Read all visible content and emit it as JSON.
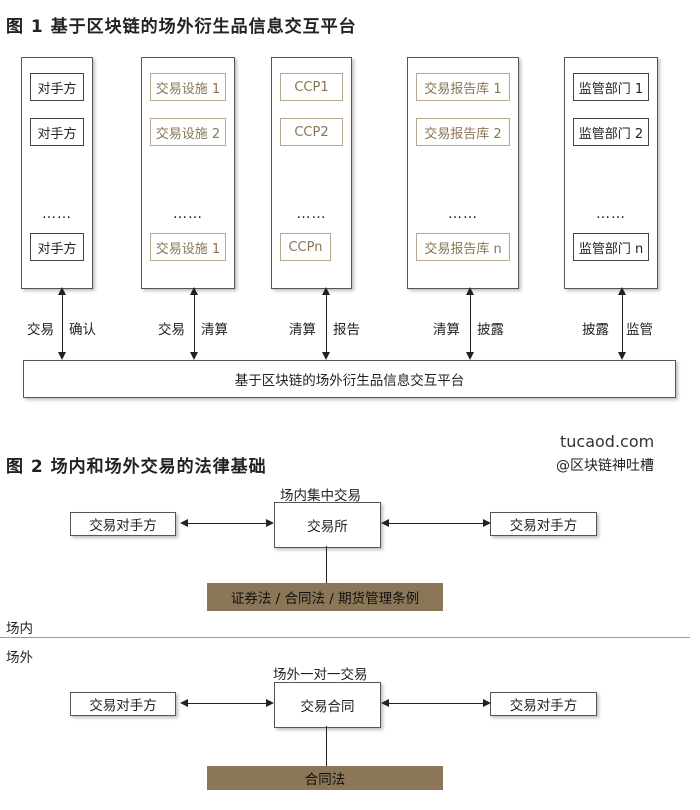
{
  "fig1": {
    "title": "图 1  基于区块链的场外衍生品信息交互平台",
    "columns": [
      {
        "items": [
          "对手方",
          "对手方",
          "对手方"
        ],
        "dots": "……",
        "labels": [
          "交易",
          "确认"
        ]
      },
      {
        "items": [
          "交易设施 1",
          "交易设施 2",
          "交易设施 1"
        ],
        "dots": "……",
        "labels": [
          "交易",
          "清算"
        ]
      },
      {
        "items": [
          "CCP1",
          "CCP2",
          "CCPn"
        ],
        "dots": "……",
        "labels": [
          "清算",
          "报告"
        ]
      },
      {
        "items": [
          "交易报告库 1",
          "交易报告库 2",
          "交易报告库 n"
        ],
        "dots": "……",
        "labels": [
          "清算",
          "披露"
        ]
      },
      {
        "items": [
          "监管部门 1",
          "监管部门 2",
          "监管部门 n"
        ],
        "dots": "……",
        "labels": [
          "披露",
          "监管"
        ]
      }
    ],
    "platform": "基于区块链的场外衍生品信息交互平台"
  },
  "watermark": {
    "site": "tucaod.com",
    "handle": "@区块链神吐槽"
  },
  "fig2": {
    "title": "图 2  场内和场外交易的法律基础",
    "inside": {
      "caption": "场内集中交易",
      "center": "交易所",
      "left": "交易对手方",
      "right": "交易对手方",
      "law": "证券法 / 合同法 / 期货管理条例",
      "section_label": "场内"
    },
    "outside": {
      "section_label": "场外",
      "caption": "场外一对一交易",
      "center": "交易合同",
      "left": "交易对手方",
      "right": "交易对手方",
      "law": "合同法"
    }
  }
}
